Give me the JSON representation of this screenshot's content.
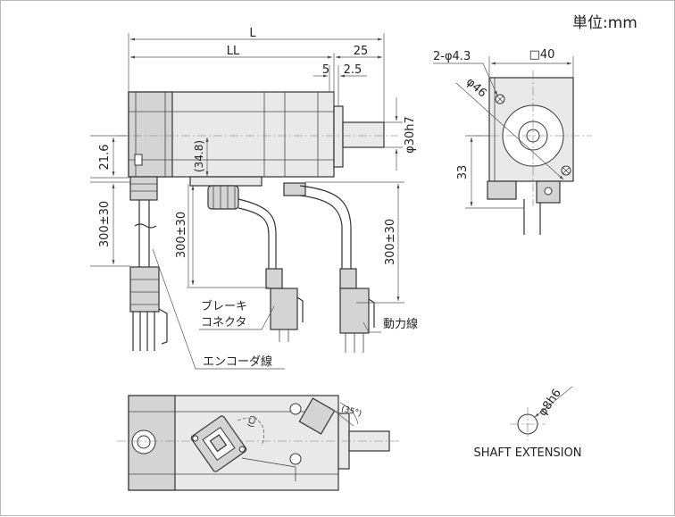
{
  "unit_label": "単位:mm",
  "dimensions": {
    "L": "L",
    "LL": "LL",
    "shaft_length": "25",
    "d5": "5",
    "d2_5": "2.5",
    "shaft_dia": "φ30h7",
    "d21_6": "21.6",
    "d34_8": "(34.8)",
    "cable1": "300±30",
    "cable2": "300±30",
    "cable3": "300±30",
    "holes": "2-φ4.3",
    "pcd": "φ46",
    "flange": "□40",
    "d33": "33",
    "angle": "(35°)",
    "shaft_ext_dia": "φ8h6"
  },
  "labels": {
    "brake_connector_1": "ブレーキ",
    "brake_connector_2": "コネクタ",
    "power_line": "動力線",
    "encoder_line": "エンコーダ線",
    "shaft_extension": "SHAFT EXTENSION"
  }
}
